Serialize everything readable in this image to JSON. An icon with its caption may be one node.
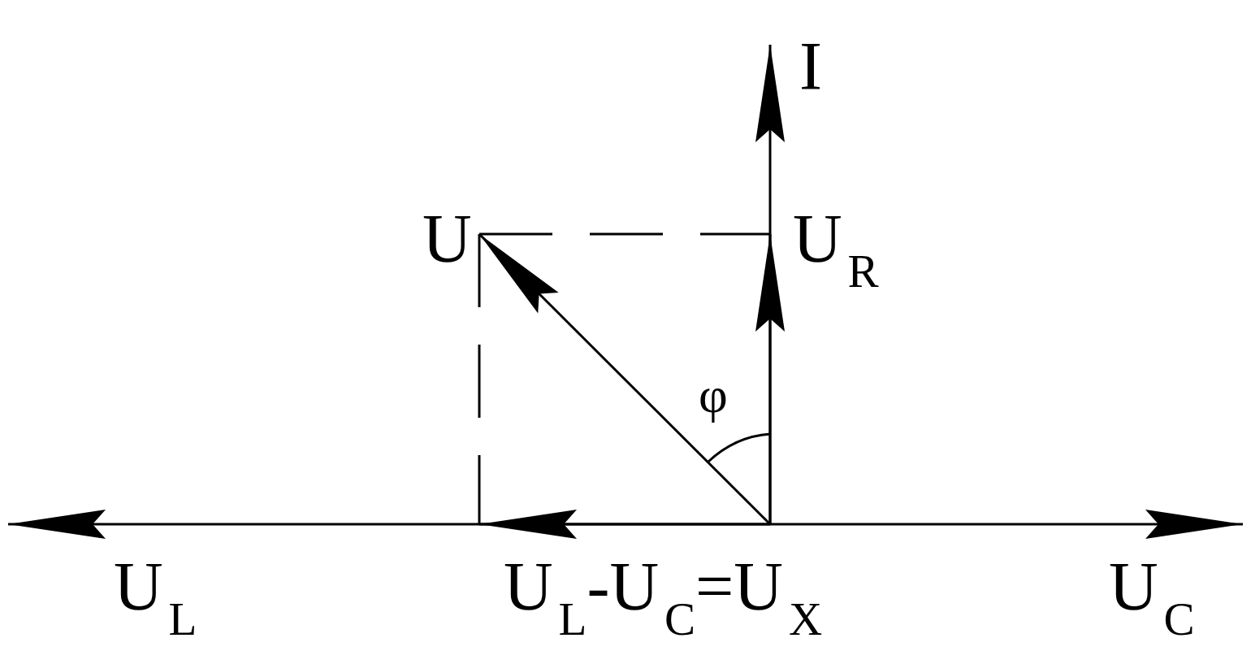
{
  "diagram": {
    "nodes": [
      {
        "text": [
          "I"
        ]
      },
      {
        "text": [
          "U$_{R}$"
        ]
      },
      {
        "text": [
          "U"
        ]
      },
      {
        "text": [
          "U$_{L}$"
        ]
      },
      {
        "text": [
          "U$_{L}$-U$_{C}$=U$_{X}$"
        ]
      },
      {
        "text": [
          "U$_{C}$"
        ]
      }
    ],
    "edges": [
      {
        "from": null,
        "to": 0,
        "arrow": "to"
      },
      {
        "from": null,
        "to": 1,
        "arrow": "to"
      },
      {
        "from": null,
        "to": 2,
        "arrow": "to"
      },
      {
        "from": null,
        "to": 3,
        "arrow": "to"
      },
      {
        "from": null,
        "to": 4,
        "arrow": "to"
      },
      {
        "from": null,
        "to": 5,
        "arrow": "to"
      },
      {
        "from": 2,
        "to": 1,
        "arrow": "none",
        "style": "dashed"
      },
      {
        "from": 2,
        "to": 4,
        "arrow": "none",
        "style": "dashed"
      }
    ],
    "labels": [
      "φ"
    ]
  }
}
